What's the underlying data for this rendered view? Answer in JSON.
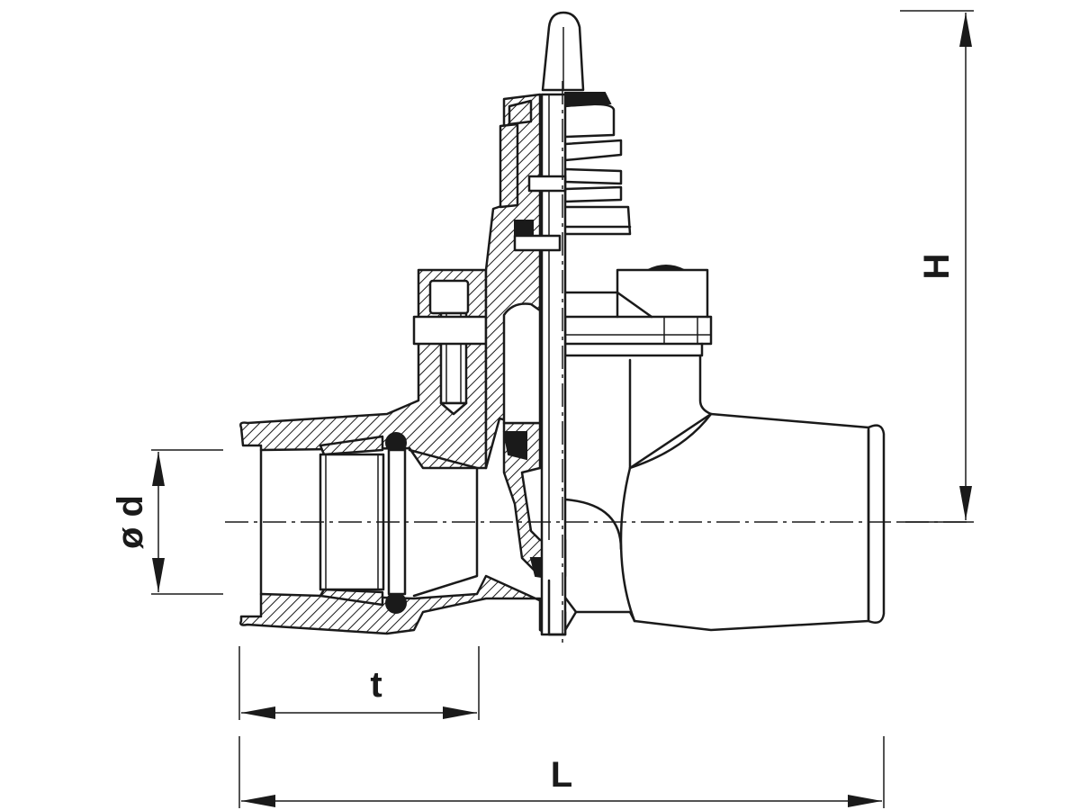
{
  "drawing": {
    "dimensions": {
      "height_label": "H",
      "diameter_label": "ø d",
      "socket_depth_label": "t",
      "length_label": "L"
    },
    "colors": {
      "line": "#1a1a1a",
      "background": "#ffffff"
    }
  }
}
